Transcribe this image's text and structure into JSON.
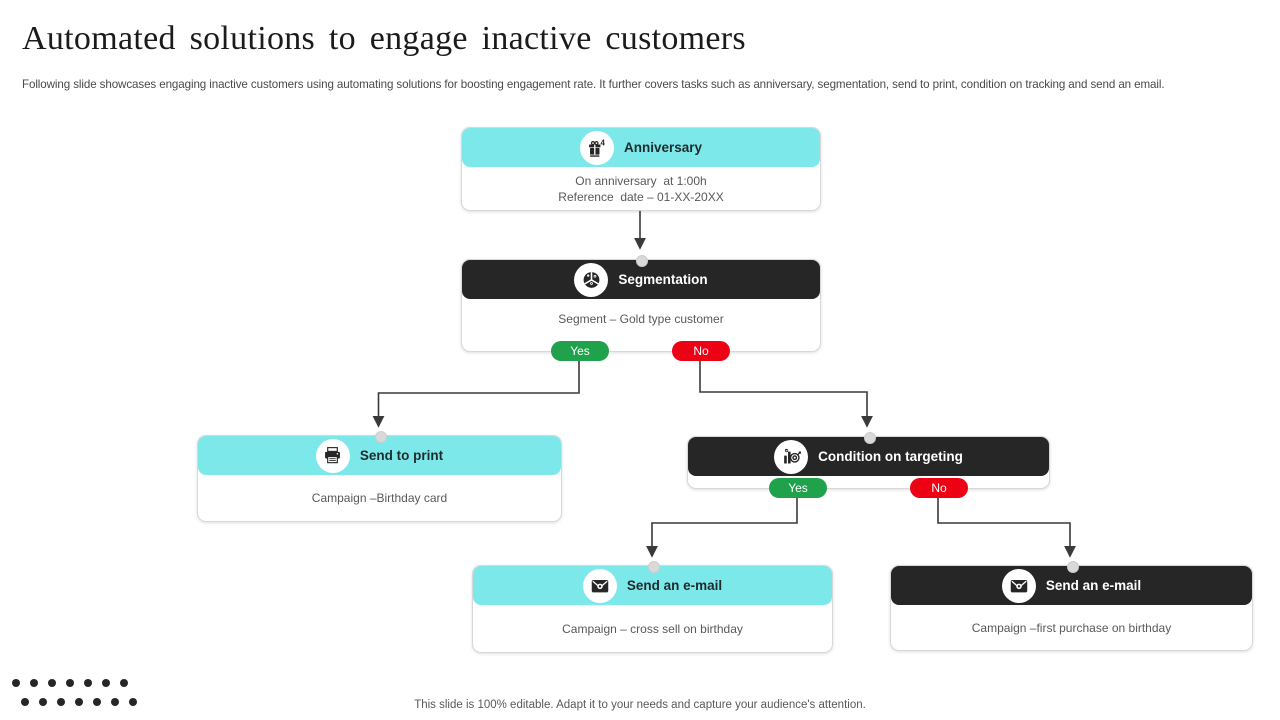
{
  "slide": {
    "title": "Automated solutions to engage inactive customers",
    "subtitle": "Following slide showcases engaging inactive customers using automating solutions for boosting engagement rate. It further covers tasks such as anniversary, segmentation, send to print, condition on tracking and send an email.",
    "footer_note": "This slide is 100% editable. Adapt it to your needs and capture your audience's attention."
  },
  "colors": {
    "accent_cyan": "#7de8ea",
    "dark": "#262626",
    "yes_green": "#1fa24b",
    "no_red": "#ed0215",
    "connector": "#3a3a3a"
  },
  "nodes": {
    "anniversary": {
      "label": "Anniversary",
      "icon": "gift-icon",
      "lines": [
        "On anniversary  at 1:00h",
        "Reference  date – 01-XX-20XX"
      ]
    },
    "segmentation": {
      "label": "Segmentation",
      "icon": "segmentation-icon",
      "lines": [
        "Segment – Gold type customer"
      ],
      "yes_label": "Yes",
      "no_label": "No"
    },
    "send_to_print": {
      "label": "Send to print",
      "icon": "printer-icon",
      "lines": [
        "Campaign –Birthday card"
      ]
    },
    "condition_on_targeting": {
      "label": "Condition on targeting",
      "icon": "chart-target-icon",
      "yes_label": "Yes",
      "no_label": "No"
    },
    "email_cross_sell": {
      "label": "Send an e-mail",
      "icon": "email-icon",
      "lines": [
        "Campaign – cross sell on birthday"
      ]
    },
    "email_first_purchase": {
      "label": "Send an e-mail",
      "icon": "email-icon",
      "lines": [
        "Campaign –first purchase on birthday"
      ]
    }
  }
}
